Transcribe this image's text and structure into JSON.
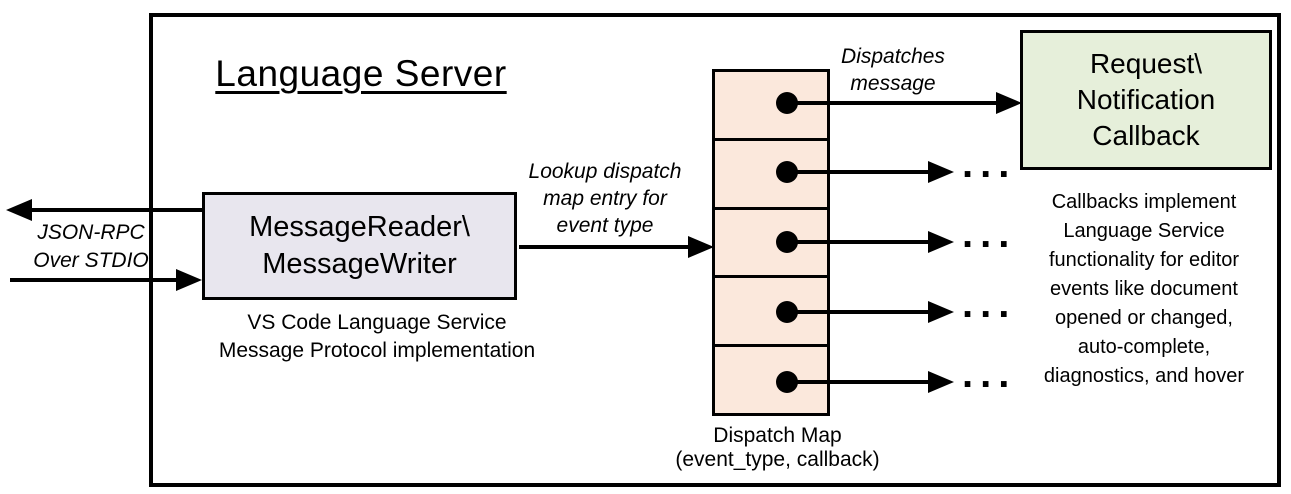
{
  "title": "Language Server",
  "left_io": {
    "label_lines": [
      "JSON-RPC",
      "Over STDIO"
    ]
  },
  "message_box": {
    "lines": [
      "MessageReader\\",
      "MessageWriter"
    ],
    "caption_lines": [
      "VS Code Language Service",
      "Message Protocol implementation"
    ]
  },
  "lookup_label": {
    "lines": [
      "Lookup dispatch",
      "map entry for",
      "event type"
    ]
  },
  "dispatch_map": {
    "caption_lines": [
      "Dispatch Map",
      "(event_type, callback)"
    ],
    "row_count": 5,
    "ellipsis": "..."
  },
  "dispatches_label": {
    "lines": [
      "Dispatches",
      "message"
    ]
  },
  "callback_box": {
    "lines": [
      "Request\\",
      "Notification",
      "Callback"
    ]
  },
  "callback_note_lines": [
    "Callbacks implement",
    "Language Service",
    "functionality for editor",
    "events like document",
    "opened or changed,",
    "auto-complete,",
    "diagnostics, and hover"
  ],
  "colors": {
    "message_box_fill": "#e8e6ee",
    "dispatch_cell_fill": "#fbe8dc",
    "callback_box_fill": "#e6efda",
    "stroke": "#000000"
  }
}
